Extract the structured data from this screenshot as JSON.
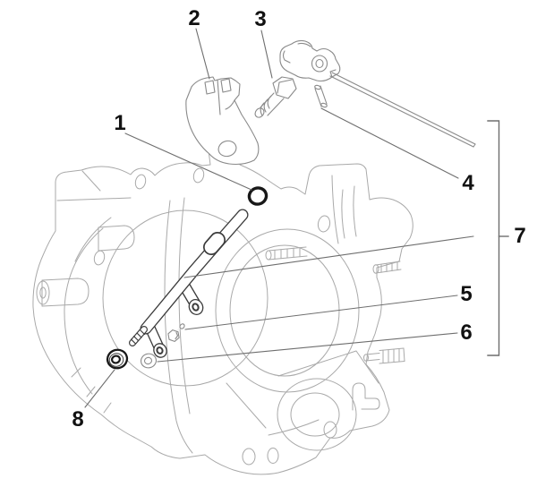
{
  "figure": {
    "type": "exploded-parts-line-drawing",
    "colors": {
      "background": "#ffffff",
      "case_line": "#a9a9a9",
      "part_line": "#8a8a8a",
      "dark_part": "#3c3c3c",
      "leader": "#6e6e6e",
      "label": "#121212"
    },
    "callouts": [
      {
        "label": "1"
      },
      {
        "label": "2"
      },
      {
        "label": "3"
      },
      {
        "label": "4"
      },
      {
        "label": "5"
      },
      {
        "label": "6"
      },
      {
        "label": "7"
      },
      {
        "label": "8"
      }
    ]
  }
}
